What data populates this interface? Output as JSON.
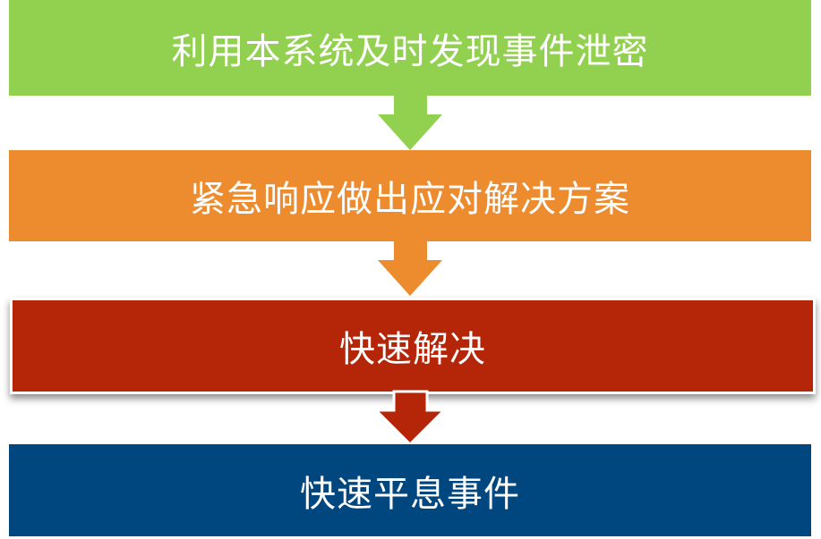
{
  "steps": [
    {
      "label": "利用本系统及时发现事件泄密",
      "color": "#92D050"
    },
    {
      "label": "紧急响应做出应对解决方案",
      "color": "#ED8B2F"
    },
    {
      "label": "快速解决",
      "color": "#B52508"
    },
    {
      "label": "快速平息事件",
      "color": "#00467F"
    }
  ]
}
